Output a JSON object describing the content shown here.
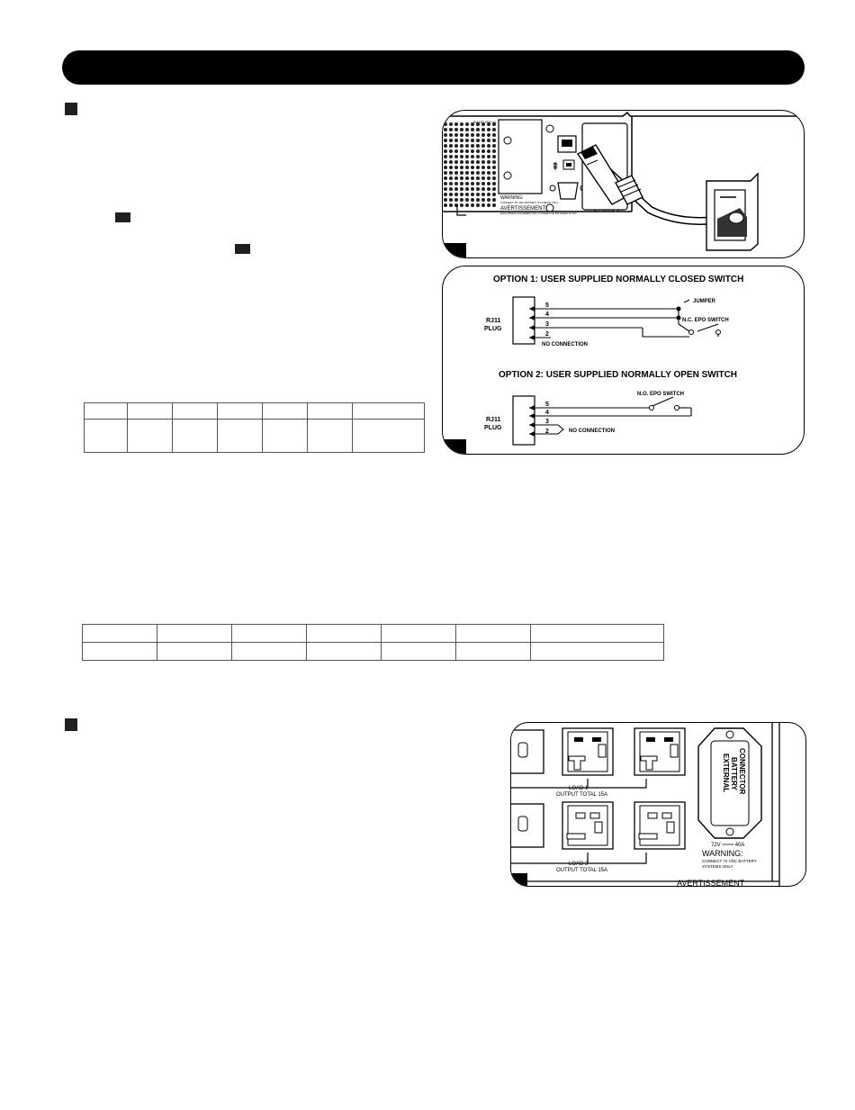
{
  "header": {
    "title": ""
  },
  "figure_top": {
    "panel_labels": {
      "ups_model": "SMART PRO XL",
      "warning": "WARNING:",
      "warning_sub": "CONNECT 48 VDC BATTERY SYSTEMS ONLY",
      "avertissement": "AVERTISSEMENT:",
      "avertissement_sub": "RACCORDER UNIQUEMENT DES SYSTEMES DE BATTERIES 48 VDC",
      "acc_slot": "ACC. SLOT",
      "usb_symbol": "⇞"
    }
  },
  "figure_epo": {
    "option1_title": "OPTION 1: USER SUPPLIED NORMALLY CLOSED SWITCH",
    "option2_title": "OPTION 2: USER SUPPLIED NORMALLY OPEN SWITCH",
    "rj11_label": "RJ11",
    "plug_label": "PLUG",
    "pins": [
      "5",
      "4",
      "3",
      "2"
    ],
    "no_connection": "NO CONNECTION",
    "jumper": "JUMPER",
    "nc_switch": "N.C. EPO SWITCH",
    "no_switch": "N.O. EPO SWITCH"
  },
  "figure_bottom": {
    "load1": "LOAD 1",
    "load1_sub": "OUTPUT TOTAL 15A",
    "load2": "LOAD 2",
    "load2_sub": "OUTPUT TOTAL 15A",
    "ext_battery": [
      "EXTERNAL",
      "BATTERY",
      "CONNECTOR"
    ],
    "rating": "72V ═══ 40A",
    "warning": "WARNING:",
    "warning_sub1": "CONNECT 72 VDC BATTERY",
    "warning_sub2": "SYSTEMS ONLY",
    "avertissement": "AVERTISSEMENT"
  }
}
